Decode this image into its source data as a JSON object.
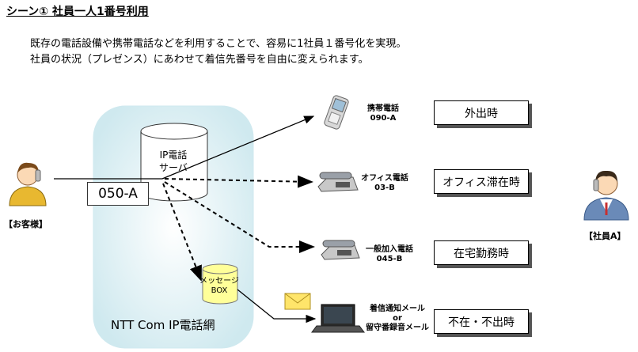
{
  "title": "シーン① 社員一人1番号利用",
  "description": {
    "line1": "既存の電話設備や携帯電話などを利用することで、容易に1社員１番号化を実現。",
    "line2": "社員の状況（プレゼンス）にあわせて着信先番号を自由に変えられます。"
  },
  "customer": {
    "label": "【お客様】"
  },
  "employee": {
    "label": "【社員A】"
  },
  "number_box": "050-A",
  "server_label": [
    "IP電話",
    "サーバ"
  ],
  "message_box_label": [
    "メッセージ",
    "BOX"
  ],
  "network_label": "NTT Com IP電話網",
  "devices": [
    {
      "name": "mobile",
      "label": [
        "携帯電話",
        "090-A"
      ],
      "status": "外出時"
    },
    {
      "name": "office",
      "label": [
        "オフィス電話",
        "03-B"
      ],
      "status": "オフィス滞在時"
    },
    {
      "name": "home",
      "label": [
        "一般加入電話",
        "045-B"
      ],
      "status": "在宅勤務時"
    },
    {
      "name": "pc",
      "label": [
        "着信通知メール",
        "or",
        "留守番録音メール"
      ],
      "status": "不在・不出時"
    }
  ],
  "colors": {
    "network_bg": "#d8eef2",
    "cylinder_bg": "#ffffff",
    "message_box": "#ffff99"
  }
}
